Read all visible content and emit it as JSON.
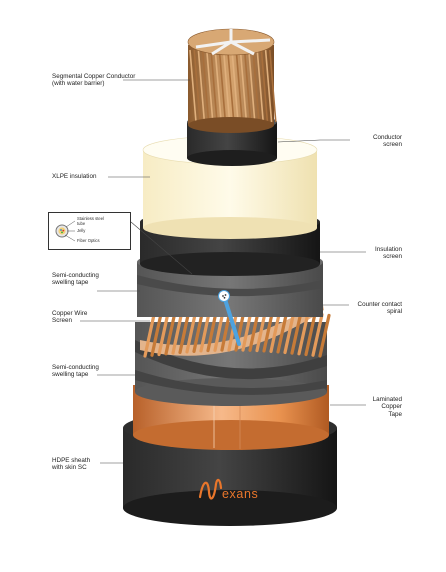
{
  "labels": {
    "segmental_conductor": "Segmental Copper Conductor\n(with water barrier)",
    "conductor_screen": "Conductor\nscreen",
    "xlpe_insulation": "XLPE insulation",
    "insulation_screen": "Insulation\nscreen",
    "semi_conducting_tape_upper": "Semi-conducting\nswelling tape",
    "copper_wire_screen": "Copper Wire\nScreen",
    "counter_contact_spiral": "Counter contact\nspiral",
    "semi_conducting_tape_lower": "Semi-conducting\nswelling tape",
    "laminated_copper_tape": "Laminated\nCopper\nTape",
    "hdpe_sheath": "HDPE sheath\nwith skin SC"
  },
  "inset": {
    "stainless_tube": "Stainless steel\ntube",
    "jelly": "Jelly",
    "fiber_optics": "Fiber Optics"
  },
  "logo": {
    "word": "exans"
  },
  "colors": {
    "copper": "#c98a4e",
    "xlpe": "#fdf6d8",
    "sheath": "#1b1b1b",
    "logo": "#e9762b",
    "fiber_tube": "#4da3e0"
  }
}
